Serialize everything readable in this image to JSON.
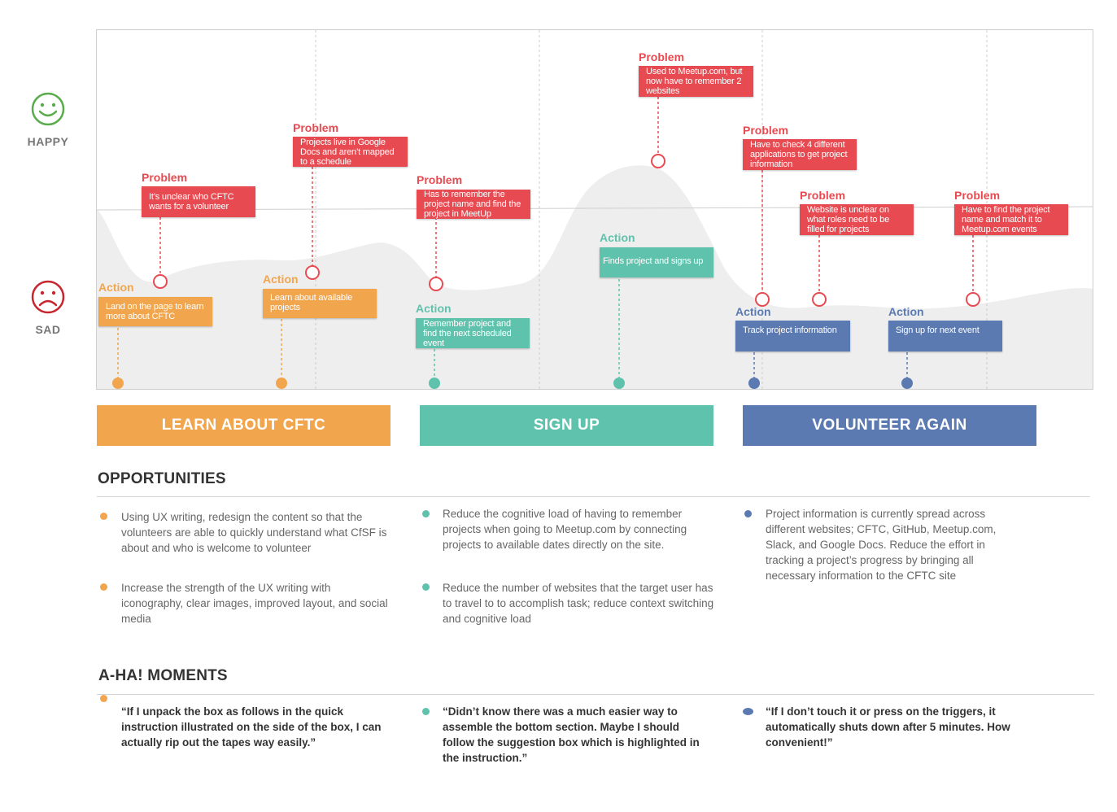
{
  "emotion_scale": {
    "happy_label": "HAPPY",
    "sad_label": "SAD",
    "happy_icon": "smiley-face-icon",
    "sad_icon": "sad-face-icon",
    "happy_color": "#5aab4b",
    "sad_color": "#c8262f"
  },
  "colors": {
    "problem": "#e84a51",
    "learn": "#f1a54d",
    "signup": "#5fc2ac",
    "volunteer": "#5b7ab2"
  },
  "problems": [
    {
      "heading": "Problem",
      "text": "It’s unclear who CFTC wants for a volunteer"
    },
    {
      "heading": "Problem",
      "text": "Projects live in Google Docs and aren’t mapped to a schedule"
    },
    {
      "heading": "Problem",
      "text": "Has to remember the project name and find the project in MeetUp"
    },
    {
      "heading": "Problem",
      "text": "Used to Meetup.com, but now have to remember 2 websites"
    },
    {
      "heading": "Problem",
      "text": "Have to check 4 different applications to get project information"
    },
    {
      "heading": "Problem",
      "text": "Website is unclear on what roles need to be filled for projects"
    },
    {
      "heading": "Problem",
      "text": "Have to find the project name and match it to Meetup.com events"
    }
  ],
  "actions": [
    {
      "heading": "Action",
      "text": "Land on the page to learn more about CFTC"
    },
    {
      "heading": "Action",
      "text": "Learn about available projects"
    },
    {
      "heading": "Action",
      "text": "Remember project and find the next scheduled event"
    },
    {
      "heading": "Action",
      "text": "Finds project and signs up"
    },
    {
      "heading": "Action",
      "text": "Track project information"
    },
    {
      "heading": "Action",
      "text": "Sign up for next event"
    }
  ],
  "stages": [
    {
      "label": "LEARN ABOUT CFTC"
    },
    {
      "label": "SIGN UP"
    },
    {
      "label": "VOLUNTEER AGAIN"
    }
  ],
  "opportunities": {
    "title": "OPPORTUNITIES",
    "items": [
      "Using UX writing, redesign the content so that the volunteers are able to quickly understand what CfSF is about and who is welcome to volunteer",
      "Increase the strength of the UX writing with iconography, clear images, improved layout, and social media",
      "Reduce the cognitive load of having to remember projects when going to Meetup.com by connecting projects to available dates directly on the site.",
      "Reduce the number of websites that the target user has to travel to to accomplish task; reduce context switching and cognitive load",
      "Project information is currently spread across different websites; CFTC, GitHub, Meetup.com, Slack, and Google Docs. Reduce the effort in tracking a project’s progress by bringing all necessary information to the CFTC site"
    ]
  },
  "aha": {
    "title": "A-HA! MOMENTS",
    "items": [
      "“If I unpack the box as follows in the quick instruction illustrated on the side of the box, I can actually rip out the tapes way easily.”",
      "“Didn’t know there was a much easier way to assemble the bottom section. Maybe I should follow the suggestion box which is highlighted in the instruction.”",
      "“If I don’t touch it or press on the triggers, it automatically shuts down after 5 minutes. How convenient!”"
    ]
  }
}
